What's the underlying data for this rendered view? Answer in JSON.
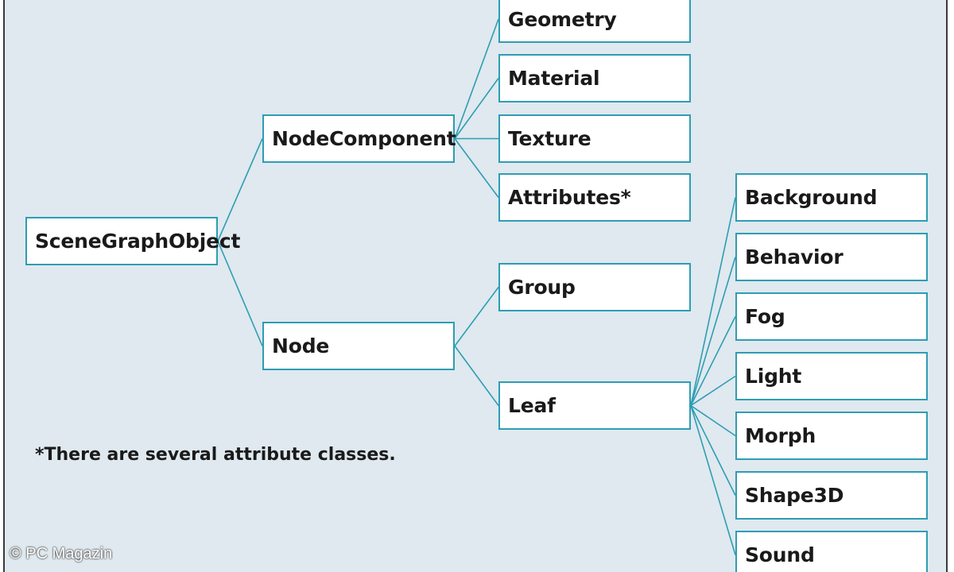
{
  "colors": {
    "background": "#dfe9ef",
    "connector": "#2e9db3",
    "box_border": "#2e9db3",
    "text": "#1a1a1a"
  },
  "diagram": {
    "type": "class-hierarchy-tree",
    "nodes": {
      "scene_graph_object": "SceneGraphObject",
      "node_component": "NodeComponent",
      "node": "Node",
      "geometry": "Geometry",
      "material": "Material",
      "texture": "Texture",
      "attributes": "Attributes*",
      "group": "Group",
      "leaf": "Leaf",
      "background": "Background",
      "behavior": "Behavior",
      "fog": "Fog",
      "light": "Light",
      "morph": "Morph",
      "shape3d": "Shape3D",
      "sound": "Sound"
    },
    "edges": [
      [
        "scene_graph_object",
        "node_component"
      ],
      [
        "scene_graph_object",
        "node"
      ],
      [
        "node_component",
        "geometry"
      ],
      [
        "node_component",
        "material"
      ],
      [
        "node_component",
        "texture"
      ],
      [
        "node_component",
        "attributes"
      ],
      [
        "node",
        "group"
      ],
      [
        "node",
        "leaf"
      ],
      [
        "leaf",
        "background"
      ],
      [
        "leaf",
        "behavior"
      ],
      [
        "leaf",
        "fog"
      ],
      [
        "leaf",
        "light"
      ],
      [
        "leaf",
        "morph"
      ],
      [
        "leaf",
        "shape3d"
      ],
      [
        "leaf",
        "sound"
      ]
    ],
    "footnote": "*There are several attribute classes."
  },
  "watermark": "© PC Magazin"
}
